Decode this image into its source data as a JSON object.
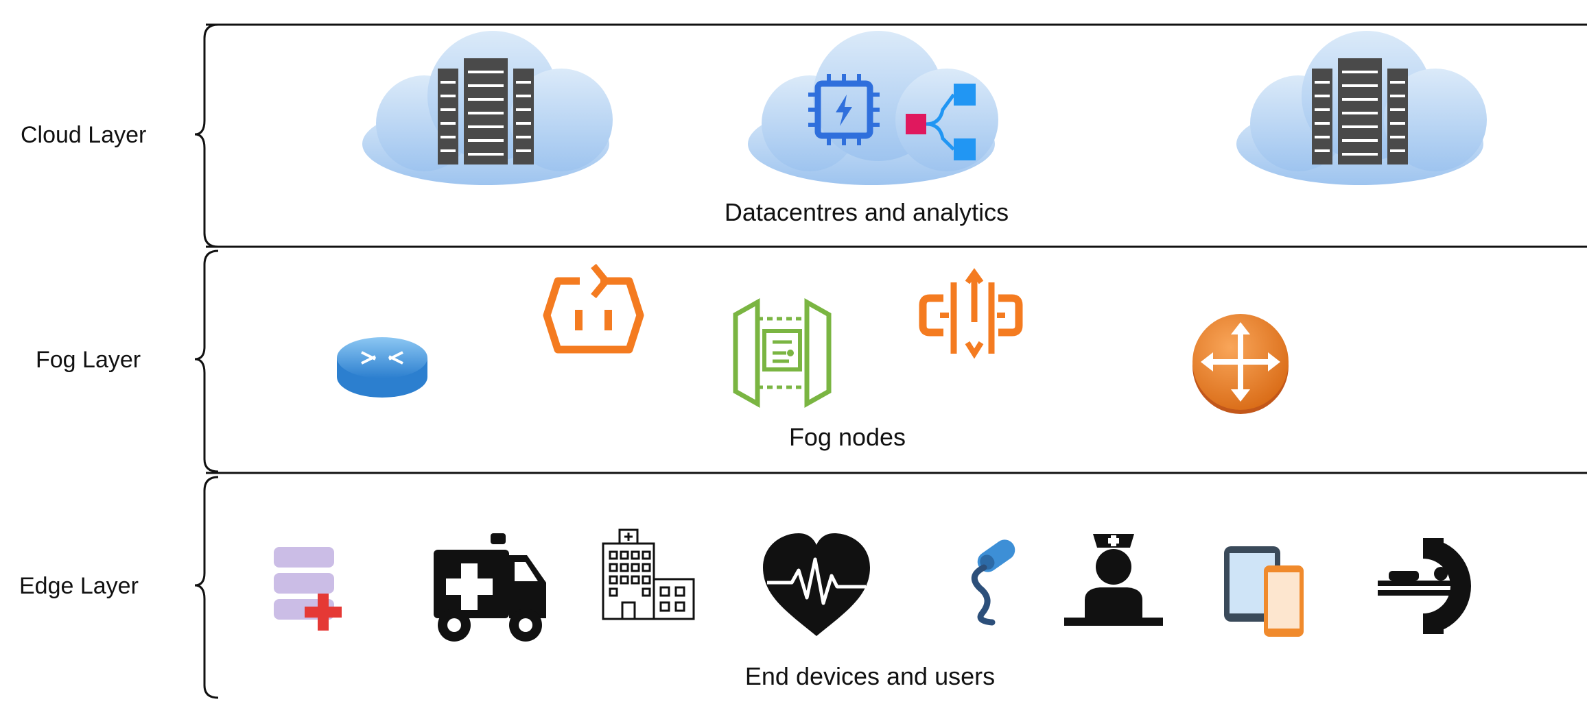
{
  "layers": [
    {
      "label": "Cloud Layer",
      "caption": "Datacentres and analytics",
      "icons": [
        "cloud-datacenter-icon",
        "cloud-analytics-icon",
        "cloud-datacenter-icon"
      ]
    },
    {
      "label": "Fog Layer",
      "caption": "Fog nodes",
      "icons": [
        "router-icon",
        "gateway-icon",
        "firewall-icon",
        "switch-icon",
        "router-hub-icon"
      ]
    },
    {
      "label": "Edge Layer",
      "caption": "End devices and users",
      "icons": [
        "medical-records-icon",
        "ambulance-icon",
        "hospital-icon",
        "heart-rate-icon",
        "sensor-icon",
        "nurse-icon",
        "tablet-phone-icon",
        "mri-scanner-icon"
      ]
    }
  ],
  "colors": {
    "cloud": "#a9cbf0",
    "server": "#4a4a4a",
    "chip": "#2f6fdc",
    "fog_orange": "#f47b20",
    "fog_green": "#7ab542",
    "router_blue": "#3d8fd6",
    "edge_black": "#111111"
  }
}
